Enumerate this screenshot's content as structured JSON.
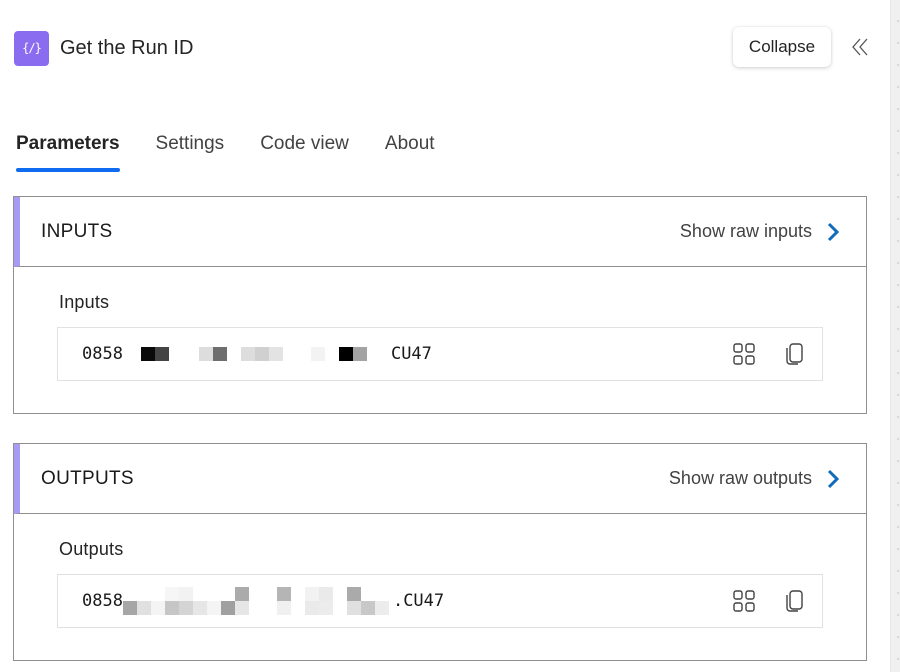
{
  "header": {
    "title": "Get the Run ID",
    "icon": "compose-curly-braces-icon",
    "icon_glyph": "{∕}",
    "icon_color": "#8a6cf0",
    "collapse_tooltip": "Collapse",
    "collapse_icon": "double-chevron-left-icon"
  },
  "tabs": [
    {
      "label": "Parameters",
      "active": true
    },
    {
      "label": "Settings",
      "active": false
    },
    {
      "label": "Code view",
      "active": false
    },
    {
      "label": "About",
      "active": false
    }
  ],
  "accent_color": "#0f6cf0",
  "inputs": {
    "title": "INPUTS",
    "show_raw_label": "Show raw inputs",
    "field_label": "Inputs",
    "value_prefix": "0858",
    "value_suffix": "CU47",
    "value_redacted": true
  },
  "outputs": {
    "title": "OUTPUTS",
    "show_raw_label": "Show raw outputs",
    "field_label": "Outputs",
    "value_prefix": "0858",
    "value_suffix": ".CU47",
    "value_redacted": true
  },
  "section_accent_color": "#a69cf5",
  "link_chevron_color": "#0f6cbd"
}
